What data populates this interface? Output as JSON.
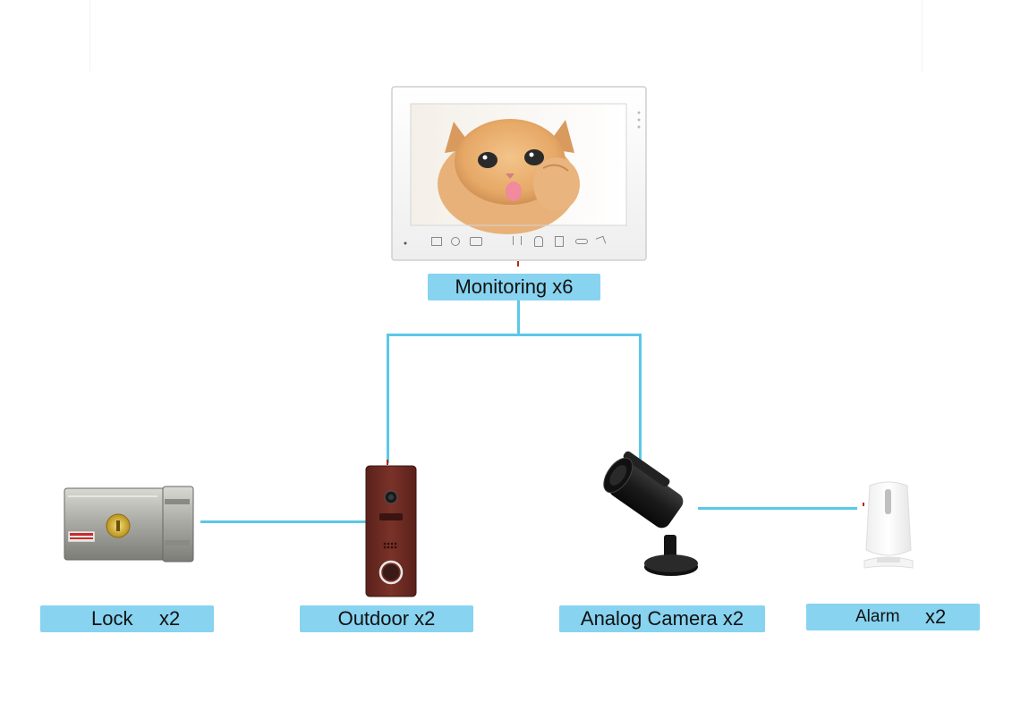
{
  "hub": {
    "label": "Monitoring x6",
    "device": "indoor-monitor"
  },
  "devices": [
    {
      "id": "lock",
      "name": "Lock",
      "qty": "x2",
      "device": "electric-lock"
    },
    {
      "id": "outdoor",
      "name": "Outdoor x2",
      "qty": "",
      "device": "doorbell-outdoor-station"
    },
    {
      "id": "camera",
      "name": "Analog Camera x2",
      "qty": "",
      "device": "bullet-camera"
    },
    {
      "id": "alarm",
      "name": "Alarm",
      "qty": "x2",
      "device": "pir-alarm-sensor"
    }
  ],
  "monitor": {
    "buttons": [
      "menu-icon",
      "settings-icon",
      "camera-icon",
      "monitor-icon",
      "person-icon",
      "door-icon",
      "key-icon",
      "phone-icon"
    ]
  },
  "colors": {
    "wire": "#5bc8e8",
    "label_bg": "#87d3f0",
    "outdoor_body": "#6e2a22",
    "camera_body": "#1a1a1a",
    "monitor_frame": "#ffffff"
  }
}
